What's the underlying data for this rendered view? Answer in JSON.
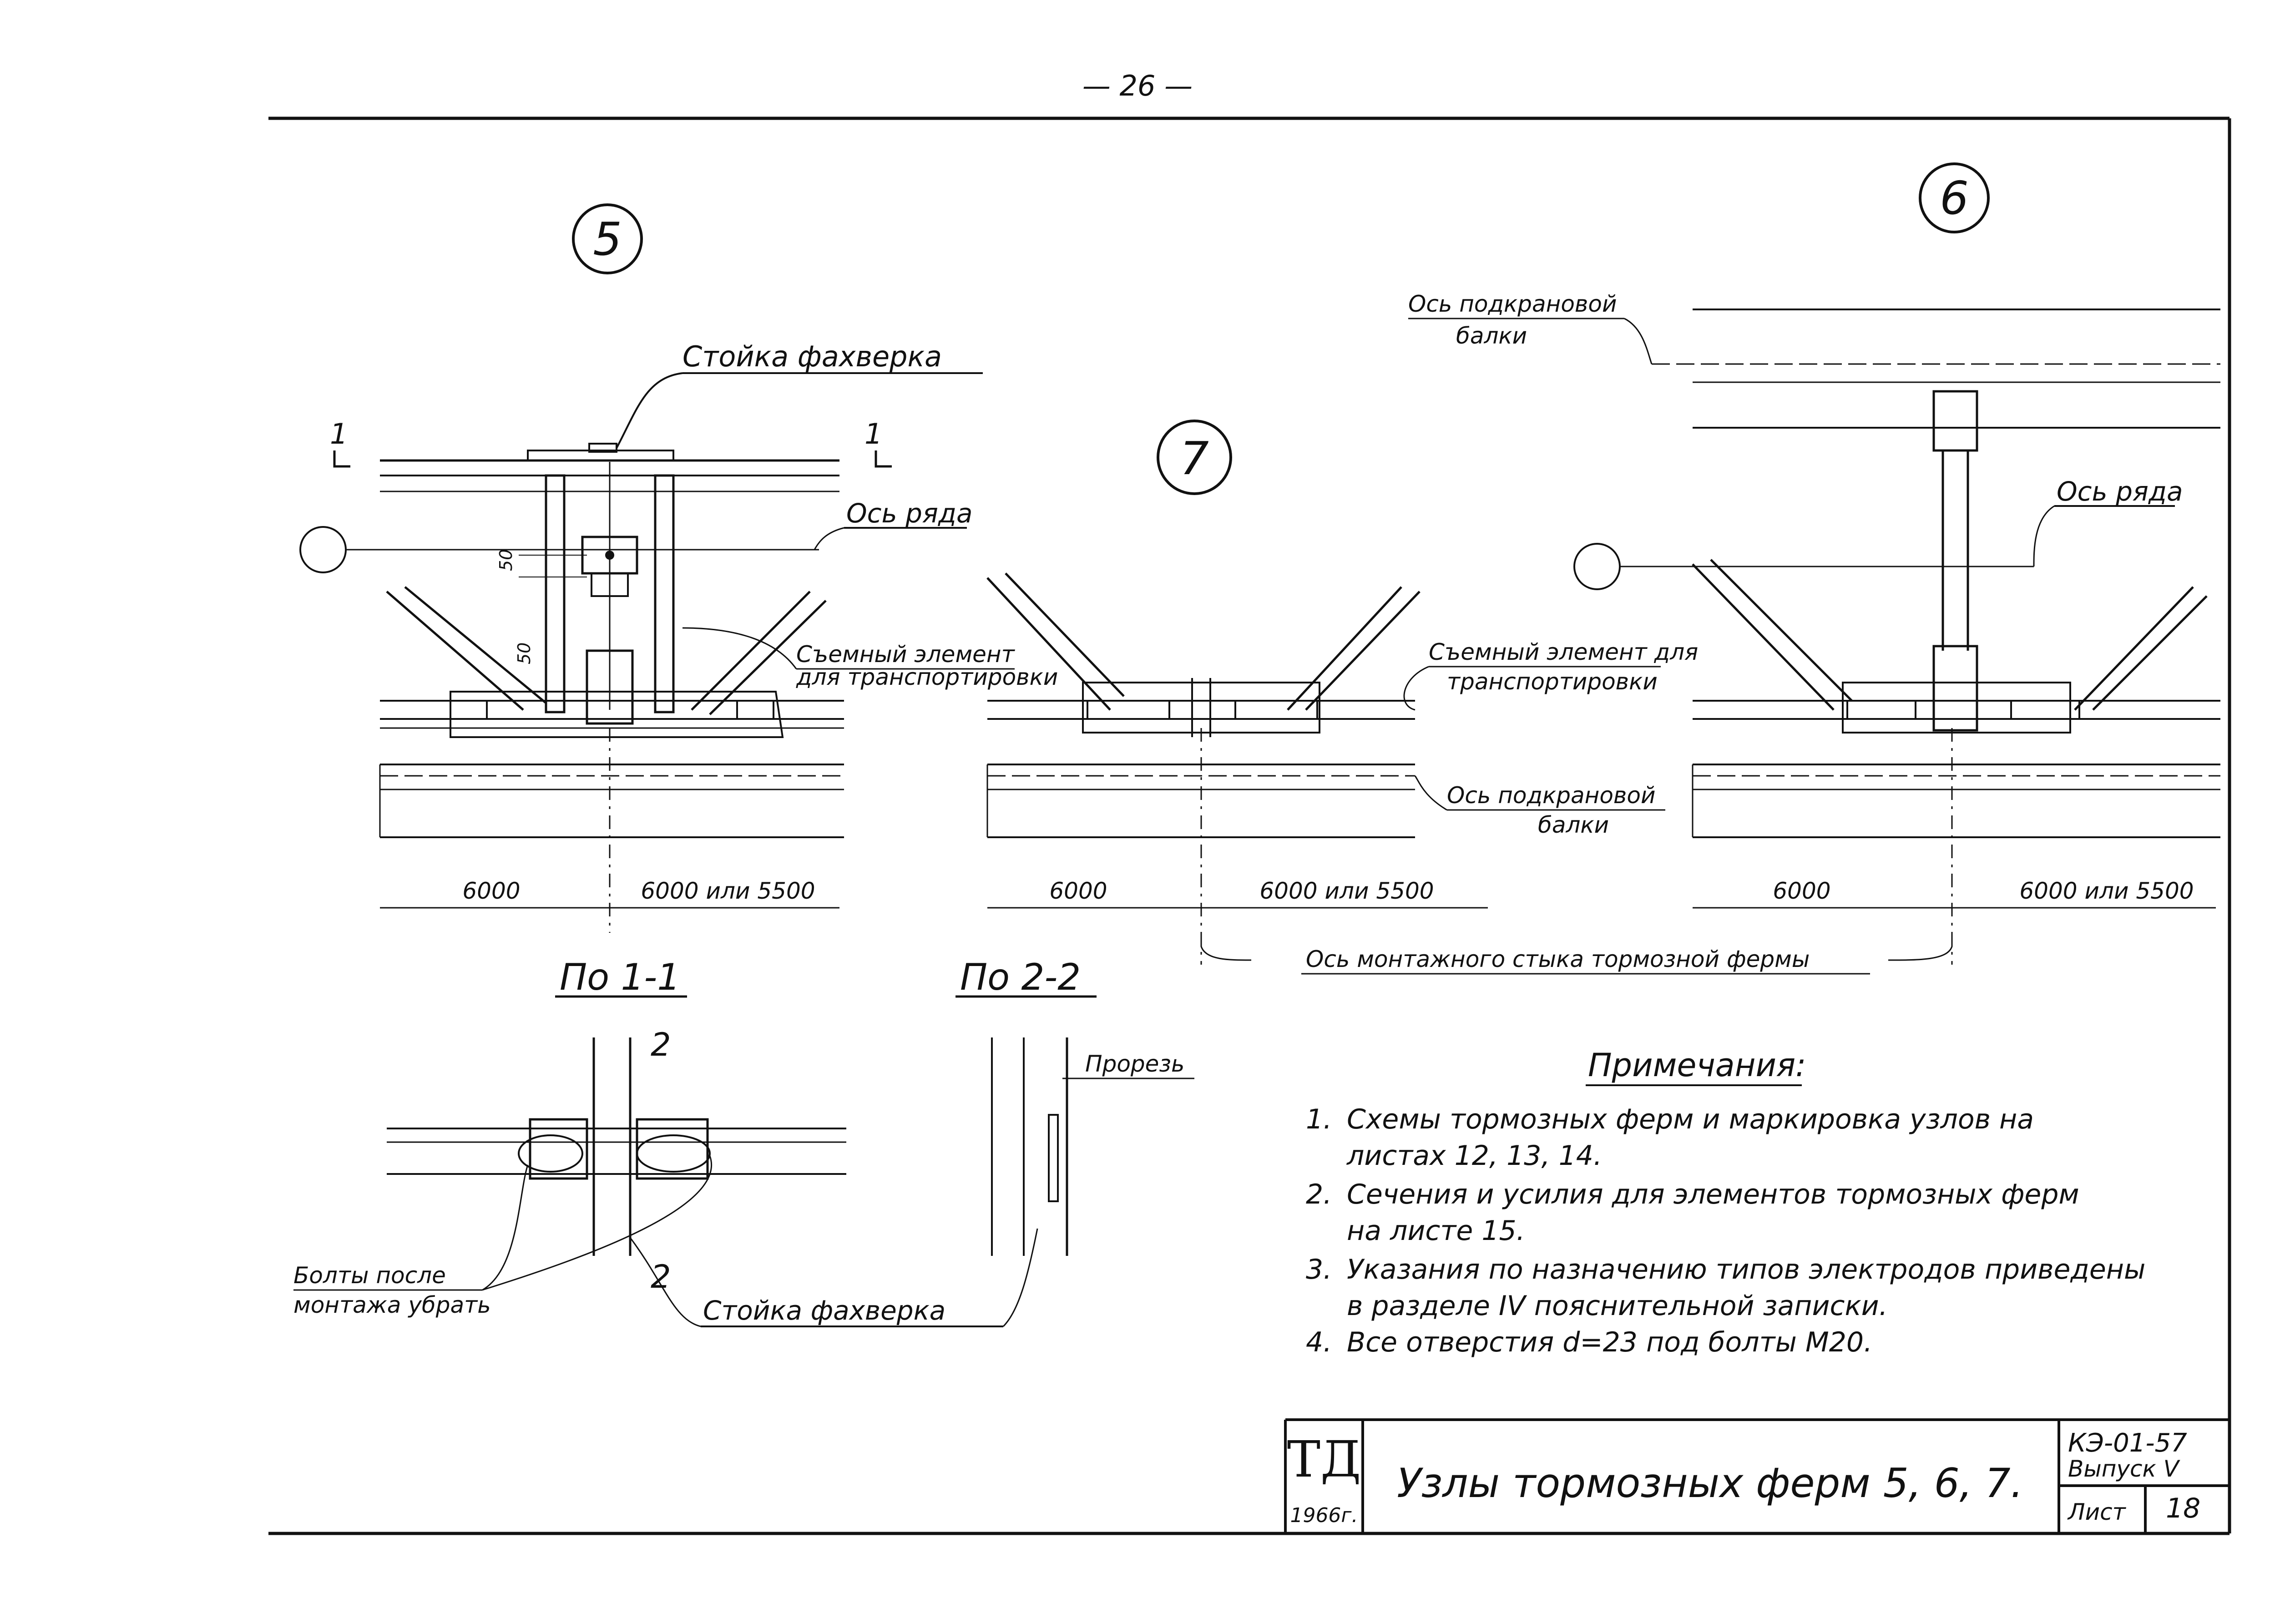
{
  "page_number": "— 26 —",
  "node_markers": {
    "n5": "5",
    "n6": "6",
    "n7": "7"
  },
  "node5": {
    "stoyka_label": "Стойка фахверка",
    "cut_left": "1",
    "cut_right": "1",
    "row_axis_label": "Ось ряда",
    "dim_50_top": "50",
    "dim_50_bottom": "50",
    "removable_label": [
      "Съемный элемент",
      "для транспортировки"
    ],
    "dim_left": "6000",
    "dim_right": "6000 или 5500"
  },
  "node7": {
    "removable_label": [
      "Съемный элемент для",
      "транспортировки"
    ],
    "crane_axis_label": [
      "Ось подкрановой",
      "балки"
    ],
    "dim_left": "6000",
    "dim_right": "6000 или 5500"
  },
  "node6": {
    "crane_axis_label": [
      "Ось подкрановой",
      "балки"
    ],
    "row_axis_label": "Ось ряда",
    "dim_left": "6000",
    "dim_right": "6000 или 5500"
  },
  "splice_axis_label": "Ось монтажного стыка тормозной фермы",
  "section11": {
    "title": "По 1-1",
    "cut_mark_top": "2",
    "cut_mark_bottom": "2",
    "bolts_label": [
      "Болты после",
      "монтажа убрать"
    ]
  },
  "section22": {
    "title": "По 2-2",
    "slot_label": "Прорезь"
  },
  "stoyka_bottom_label": "Стойка фахверка",
  "notes": {
    "title": "Примечания:",
    "items": [
      [
        "1.",
        "Схемы тормозных ферм и маркировка узлов на",
        "листах 12, 13, 14."
      ],
      [
        "2.",
        "Сечения и усилия для элементов тормозных ферм",
        "на листе 15."
      ],
      [
        "3.",
        "Указания по назначению типов электродов приведены",
        "в разделе IV пояснительной записки."
      ],
      [
        "4.",
        "Все отверстия d=23 под болты М20.",
        ""
      ]
    ]
  },
  "title_block": {
    "logo": "ТД",
    "year": "1966г.",
    "title": "Узлы тормозных ферм 5, 6, 7.",
    "code": "КЭ-01-57",
    "issue": "Выпуск V",
    "sheet_label": "Лист",
    "sheet_number": "18"
  }
}
